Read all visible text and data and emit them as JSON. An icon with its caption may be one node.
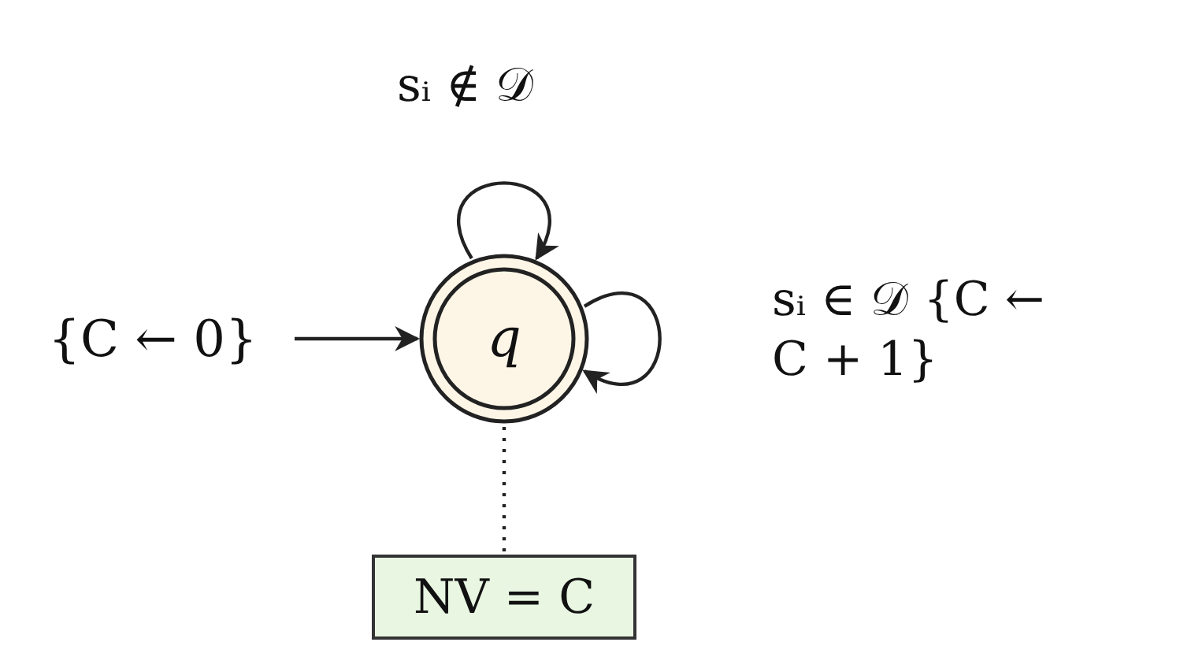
{
  "diagram": {
    "nodes": [
      {
        "text": [
          "{C ← 0}"
        ]
      },
      {
        "text": [
          "q"
        ]
      },
      {
        "text": [
          "NV = C"
        ]
      }
    ],
    "edges": [
      {
        "from": 0,
        "to": 1,
        "arrow": "to"
      },
      {
        "from": 1,
        "to": 1,
        "arrow": "to",
        "label": "sᵢ ∉ 𝒟"
      },
      {
        "from": 1,
        "to": 1,
        "arrow": "to",
        "label": "sᵢ ∈ 𝒟 {C ← C + 1}"
      },
      {
        "from": 1,
        "to": 2,
        "arrow": "none",
        "style": "dashed"
      }
    ]
  }
}
